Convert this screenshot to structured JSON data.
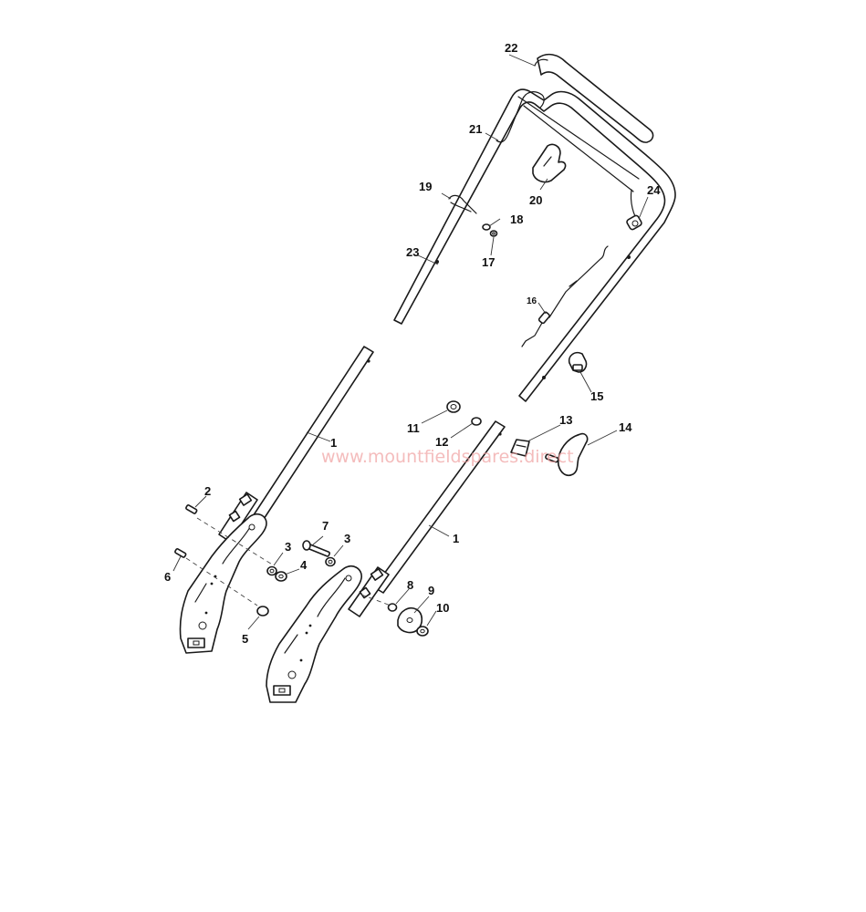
{
  "watermark": "www.mountfieldspares.direct",
  "callouts": {
    "c1a": "1",
    "c1b": "1",
    "c2": "2",
    "c3a": "3",
    "c3b": "3",
    "c4": "4",
    "c5": "5",
    "c6": "6",
    "c7": "7",
    "c8": "8",
    "c9": "9",
    "c10": "10",
    "c11": "11",
    "c12": "12",
    "c13": "13",
    "c14": "14",
    "c15": "15",
    "c16": "16",
    "c17": "17",
    "c18": "18",
    "c19": "19",
    "c20": "20",
    "c21": "21",
    "c22": "22",
    "c23": "23",
    "c24": "24"
  },
  "colors": {
    "line": "#1a1a1a",
    "watermark": "#f0a0a0",
    "background": "#ffffff"
  }
}
